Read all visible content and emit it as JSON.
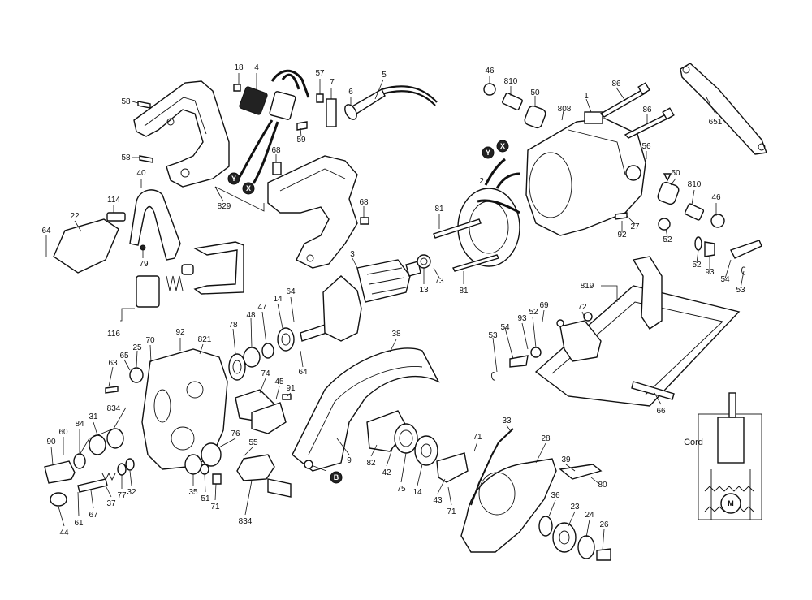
{
  "labels": {
    "l18": "18",
    "l4": "4",
    "l57": "57",
    "l7": "7",
    "l5": "5",
    "l6": "6",
    "l59": "59",
    "l58a": "58",
    "l58b": "58",
    "l68a": "68",
    "l68b": "68",
    "lX1": "X",
    "lY1": "Y",
    "l829": "829",
    "l40": "40",
    "l114": "114",
    "l22": "22",
    "l64a": "64",
    "l79": "79",
    "l116": "116",
    "l46a": "46",
    "l810a": "810",
    "l50a": "50",
    "l808": "808",
    "l1": "1",
    "l86a": "86",
    "l86b": "86",
    "l651": "651",
    "l56": "56",
    "l50b": "50",
    "l810b": "810",
    "l46b": "46",
    "l2": "2",
    "lY2": "Y",
    "lX2": "X",
    "l81a": "81",
    "l81b": "81",
    "l27": "27",
    "l92a": "92",
    "l52a": "52",
    "l52b": "52",
    "l93a": "93",
    "l54a": "54",
    "l53a": "53",
    "l3": "3",
    "l13": "13",
    "l73": "73",
    "l64b": "64",
    "l47": "47",
    "l14a": "14",
    "l48": "48",
    "l78": "78",
    "l64c": "64",
    "l92b": "92",
    "l821": "821",
    "l70": "70",
    "l25": "25",
    "l65": "65",
    "l63": "63",
    "l834a": "834",
    "l31": "31",
    "l84": "84",
    "l60": "60",
    "l90": "90",
    "l74": "74",
    "l45": "45",
    "l91": "91",
    "l76": "76",
    "l55": "55",
    "l35": "35",
    "l51": "51",
    "l71a": "71",
    "l834b": "834",
    "l37": "37",
    "l77": "77",
    "l32": "32",
    "l44": "44",
    "l61": "61",
    "l67": "67",
    "l38": "38",
    "l9": "9",
    "lB": "B",
    "l82": "82",
    "l42": "42",
    "l75": "75",
    "l14b": "14",
    "l43": "43",
    "l71b": "71",
    "l71c": "71",
    "l33": "33",
    "l28": "28",
    "l39": "39",
    "l80": "80",
    "l36": "36",
    "l23": "23",
    "l24": "24",
    "l26": "26",
    "l819": "819",
    "l69": "69",
    "l72": "72",
    "l93b": "93",
    "l52c": "52",
    "l54b": "54",
    "l53b": "53",
    "l66": "66",
    "cord": "Cord",
    "motor": "M"
  },
  "icons": {
    "badge_x": "circle-letter-x-icon",
    "badge_y": "circle-letter-y-icon",
    "badge_b": "circle-letter-b-icon"
  },
  "colors": {
    "line": "#111111",
    "paper": "#ffffff",
    "shade": "#e6e6e6"
  }
}
